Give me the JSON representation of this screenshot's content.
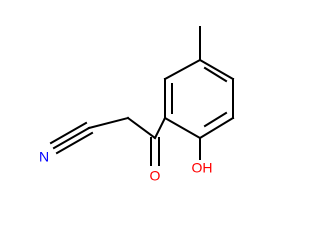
{
  "molecule": {
    "atoms": [
      {
        "id": "n",
        "symbol": "N"
      },
      {
        "id": "o_carbonyl",
        "symbol": "O"
      },
      {
        "id": "oh",
        "symbol": "OH"
      }
    ]
  },
  "colors": {
    "nitrogen": "#0000ff",
    "oxygen": "#ff0000",
    "bond": "#000000",
    "background": "#ffffff"
  }
}
